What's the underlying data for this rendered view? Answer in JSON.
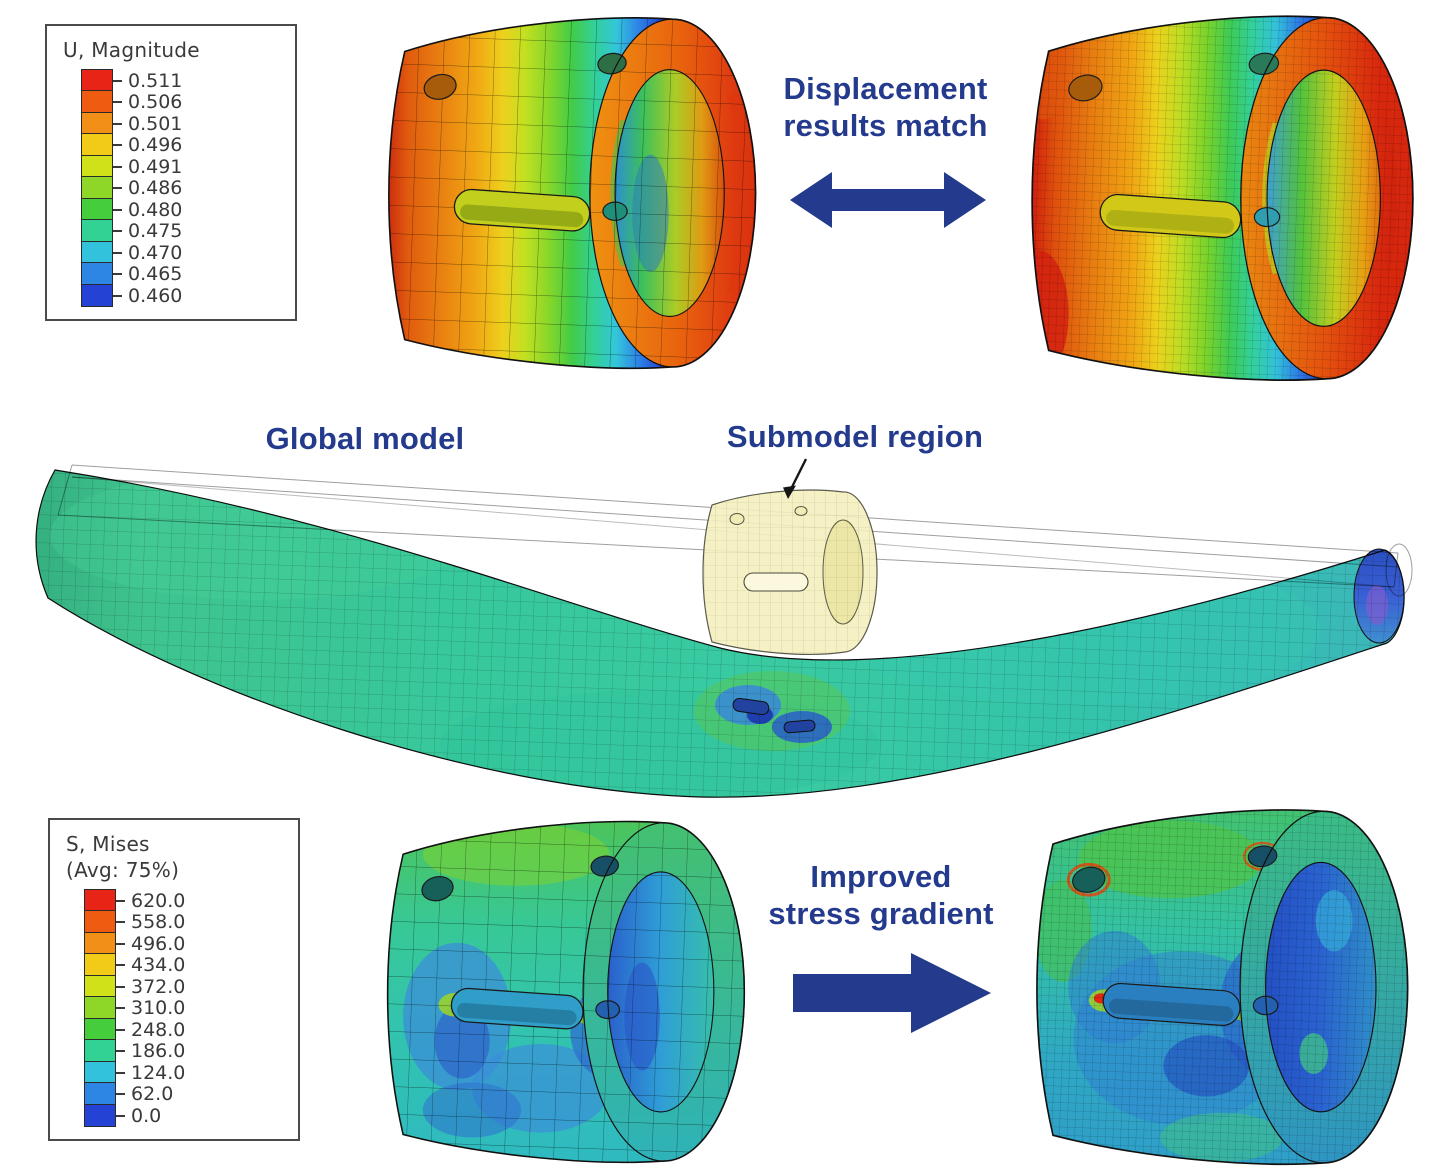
{
  "colors": {
    "annotation": "#243a8d",
    "background": "#ffffff"
  },
  "legend_u": {
    "title": "U, Magnitude",
    "entries": [
      {
        "value": "0.511",
        "color": "#e82417"
      },
      {
        "value": "0.506",
        "color": "#ee5b11"
      },
      {
        "value": "0.501",
        "color": "#f28f17"
      },
      {
        "value": "0.496",
        "color": "#f2cb19"
      },
      {
        "value": "0.491",
        "color": "#d0e019"
      },
      {
        "value": "0.486",
        "color": "#8ed627"
      },
      {
        "value": "0.480",
        "color": "#46cd3c"
      },
      {
        "value": "0.475",
        "color": "#32d194"
      },
      {
        "value": "0.470",
        "color": "#32c2dc"
      },
      {
        "value": "0.465",
        "color": "#2e86e4"
      },
      {
        "value": "0.460",
        "color": "#2443d4"
      }
    ]
  },
  "legend_s": {
    "title_line1": "S, Mises",
    "title_line2": "(Avg: 75%)",
    "entries": [
      {
        "value": "620.0",
        "color": "#e82417"
      },
      {
        "value": "558.0",
        "color": "#ee5b11"
      },
      {
        "value": "496.0",
        "color": "#f28f17"
      },
      {
        "value": "434.0",
        "color": "#f2cb19"
      },
      {
        "value": "372.0",
        "color": "#d0e019"
      },
      {
        "value": "310.0",
        "color": "#8ed627"
      },
      {
        "value": "248.0",
        "color": "#46cd3c"
      },
      {
        "value": "186.0",
        "color": "#32d194"
      },
      {
        "value": "124.0",
        "color": "#32c2dc"
      },
      {
        "value": "62.0",
        "color": "#2e86e4"
      },
      {
        "value": "0.0",
        "color": "#2443d4"
      }
    ]
  },
  "annotations": {
    "displacement": {
      "line1": "Displacement",
      "line2": "results match"
    },
    "global_model": "Global model",
    "submodel_region": "Submodel region",
    "stress": {
      "line1": "Improved",
      "line2": "stress gradient"
    }
  }
}
